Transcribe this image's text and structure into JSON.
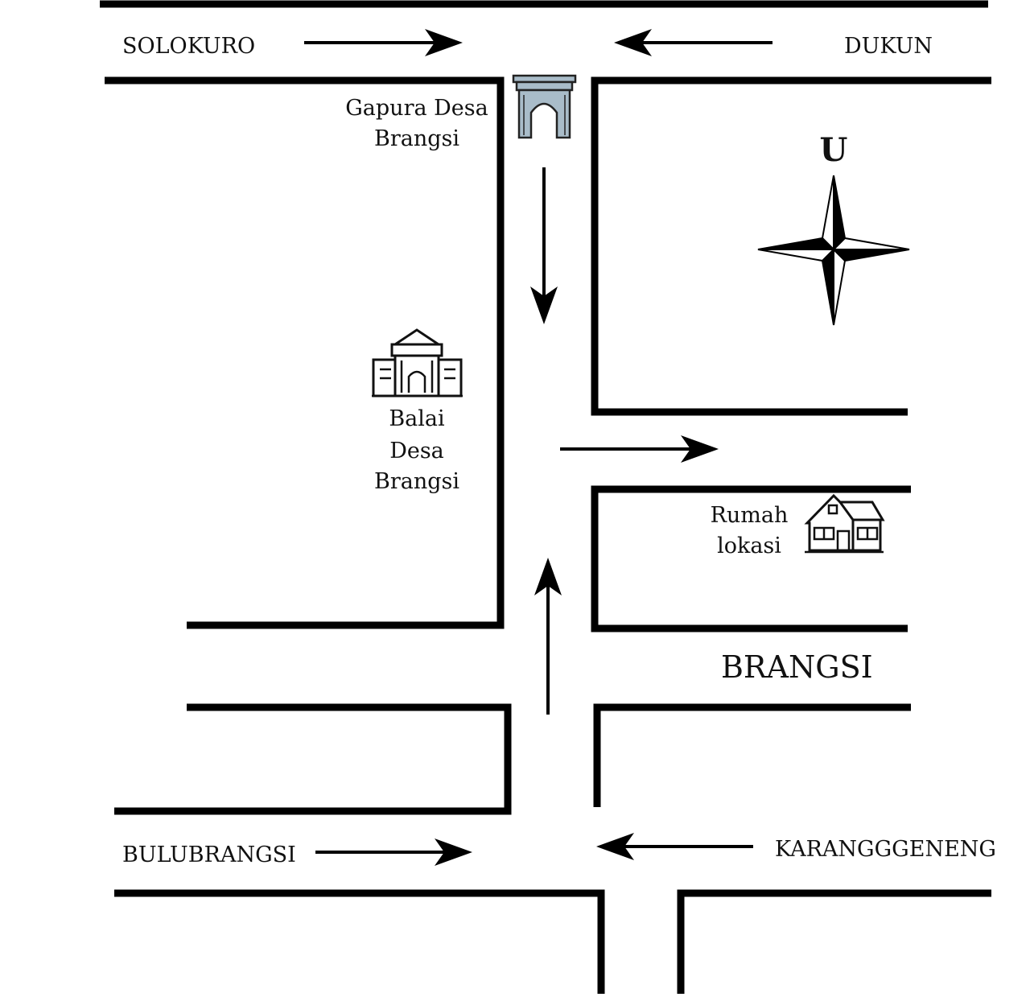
{
  "labels": {
    "north_west_road": "SOLOKURO",
    "north_east_road": "DUKUN",
    "south_west_road": "BULUBRANGSI",
    "south_east_road": "KARANGGGENENG",
    "area_name": "BRANGSI"
  },
  "landmarks": {
    "gate": {
      "line1": "Gapura Desa",
      "line2": "Brangsi",
      "icon": "gate-icon"
    },
    "village_hall": {
      "line1": "Balai",
      "line2": "Desa",
      "line3": "Brangsi",
      "icon": "government-building-icon"
    },
    "house": {
      "line1": "Rumah",
      "line2": "lokasi",
      "icon": "house-icon"
    }
  },
  "compass": {
    "north_label": "U",
    "icon": "compass-rose-icon"
  },
  "colors": {
    "road": "#000000",
    "gate_fill": "#a9bcc9",
    "background": "#ffffff"
  }
}
